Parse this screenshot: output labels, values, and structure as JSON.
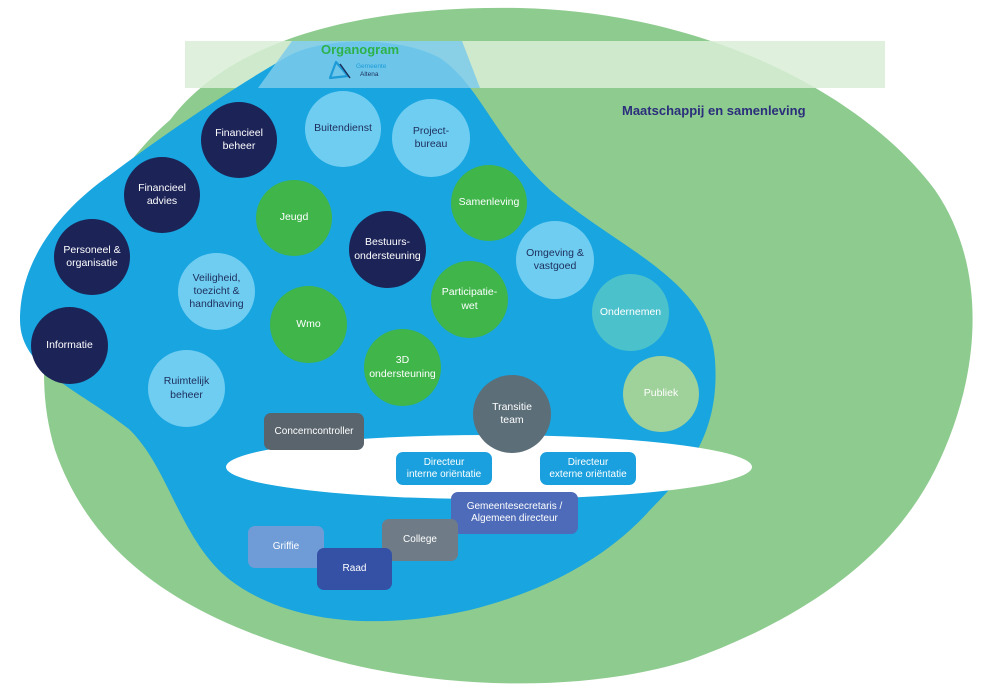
{
  "title": "Organogram",
  "logo": {
    "line1": "Gemeente",
    "line2": "Altena"
  },
  "outer_area_label": "Maatschappij en samenleving",
  "colors": {
    "outer_green": "#8ecb8f",
    "inner_blue": "#18a5e0",
    "title_green": "#2db24a",
    "navy": "#1c2357"
  },
  "circles": {
    "financieel_beheer": "Financieel\nbeheer",
    "buitendienst": "Buitendienst",
    "projectbureau": "Project-\nbureau",
    "financieel_advies": "Financieel\nadvies",
    "jeugd": "Jeugd",
    "samenleving": "Samenleving",
    "personeel_organisatie": "Personeel &\norganisatie",
    "bestuursondersteuning": "Bestuurs-\nondersteuning",
    "omgeving_vastgoed": "Omgeving &\nvastgoed",
    "veiligheid": "Veiligheid,\ntoezicht &\nhandhaving",
    "participatiewet": "Participatie-\nwet",
    "ondernemen": "Ondernemen",
    "informatie": "Informatie",
    "wmo": "Wmo",
    "ondersteuning_3d": "3D\nondersteuning",
    "ruimtelijk_beheer": "Ruimtelijk\nbeheer",
    "publiek": "Publiek",
    "transitieteam": "Transitie\nteam"
  },
  "boxes": {
    "concerncontroller": "Concerncontroller",
    "directeur_intern": "Directeur\ninterne oriëntatie",
    "directeur_extern": "Directeur\nexterne oriëntatie",
    "gemeentesecretaris": "Gemeentesecretaris /\nAlgemeen directeur",
    "college": "College",
    "griffie": "Griffie",
    "raad": "Raad"
  }
}
